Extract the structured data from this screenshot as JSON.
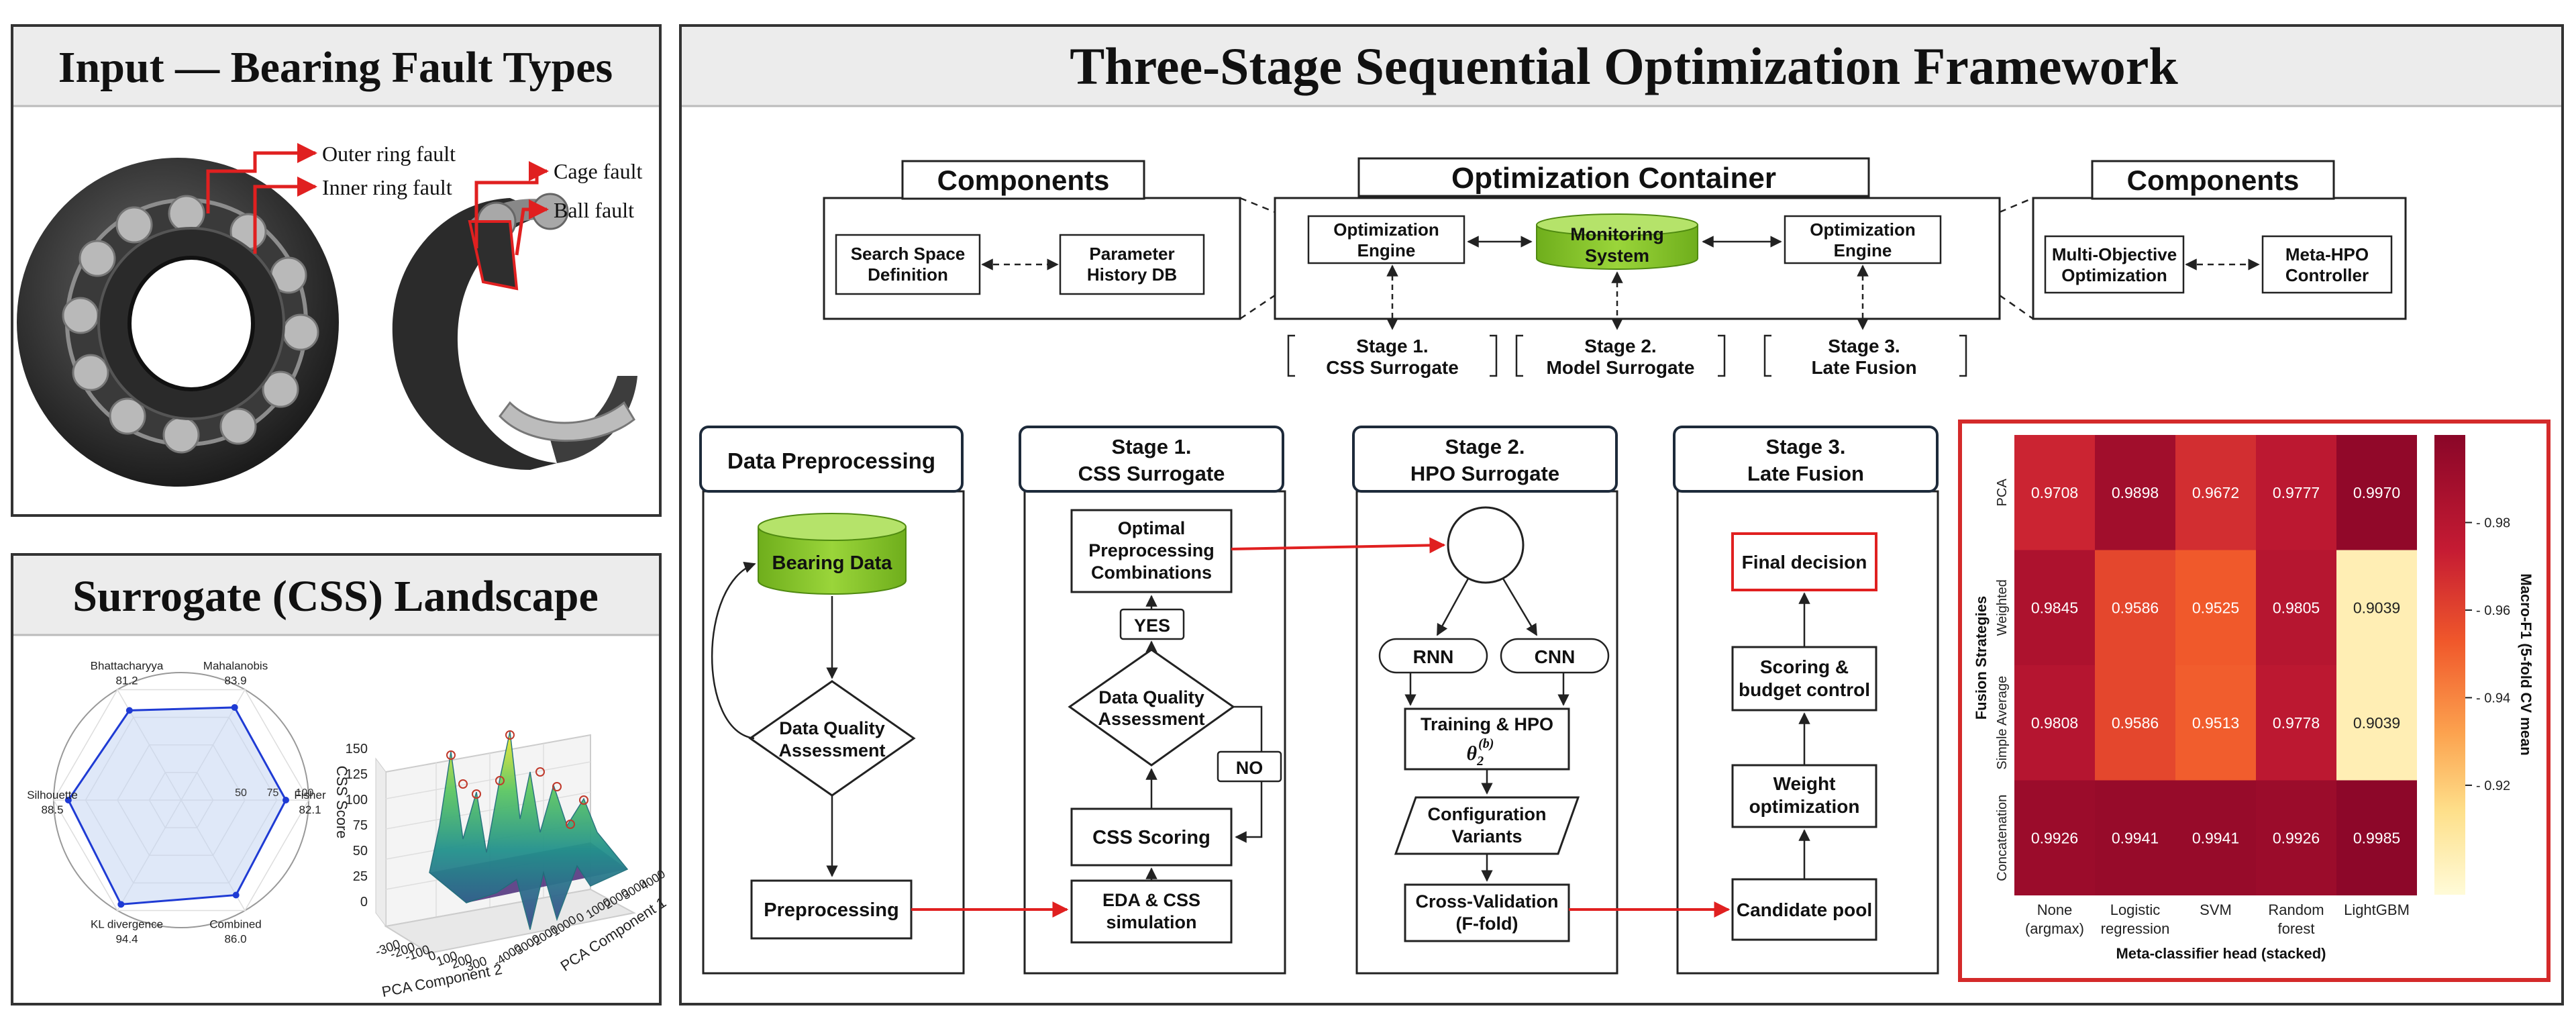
{
  "input_panel": {
    "title": "Input — Bearing Fault Types",
    "labels": {
      "outer": "Outer ring fault",
      "inner": "Inner ring fault",
      "cage": "Cage fault",
      "ball": "Ball fault"
    }
  },
  "landscape_panel": {
    "title": "Surrogate (CSS) Landscape",
    "radar": {
      "axes": [
        {
          "name": "Mahalanobis",
          "value": 83.9
        },
        {
          "name": "Fisher",
          "value": 82.1
        },
        {
          "name": "Combined",
          "value": 86.0
        },
        {
          "name": "KL divergence",
          "value": 94.4
        },
        {
          "name": "Silhouette",
          "value": 88.5
        },
        {
          "name": "Bhattacharyya",
          "value": 81.2
        }
      ],
      "ticks": [
        "50",
        "75",
        "100"
      ],
      "range": [
        0,
        100
      ]
    },
    "surface": {
      "zlabel": "CSS Score",
      "xlabel": "PCA Component 2",
      "ylabel": "PCA Component 1",
      "zticks": [
        "0",
        "25",
        "50",
        "75",
        "100",
        "125",
        "150"
      ],
      "xticks": [
        "-300",
        "-200",
        "-100",
        "0",
        "100",
        "200",
        "300"
      ],
      "yticks": [
        "-4000",
        "-3000",
        "-2000",
        "-1000",
        "0",
        "1000",
        "2000",
        "3000",
        "4000"
      ]
    }
  },
  "framework": {
    "title": "Three-Stage Sequential Optimization Framework",
    "components_left": {
      "title": "Components",
      "box1": [
        "Search Space",
        "Definition"
      ],
      "box2": [
        "Parameter",
        "History DB"
      ]
    },
    "container": {
      "title": "Optimization Container",
      "engine_left": [
        "Optimization",
        "Engine"
      ],
      "monitor": [
        "Monitoring",
        "System"
      ],
      "engine_right": [
        "Optimization",
        "Engine"
      ]
    },
    "components_right": {
      "title": "Components",
      "box1": [
        "Multi-Objective",
        "Optimization"
      ],
      "box2": [
        "Meta-HPO",
        "Controller"
      ]
    },
    "stage_tags": [
      [
        "Stage 1.",
        "CSS Surrogate"
      ],
      [
        "Stage 2.",
        "Model Surrogate"
      ],
      [
        "Stage 3.",
        "Late Fusion"
      ]
    ],
    "columns": {
      "prep": {
        "title": "Data Preprocessing",
        "db": "Bearing Data",
        "dqa": [
          "Data Quality",
          "Assessment"
        ],
        "preprocessing": "Preprocessing"
      },
      "stage1": {
        "title": [
          "Stage 1.",
          "CSS Surrogate"
        ],
        "optimal": [
          "Optimal",
          "Preprocessing",
          "Combinations"
        ],
        "yes": "YES",
        "dqa": [
          "Data Quality",
          "Assessment"
        ],
        "no": "NO",
        "scoring": "CSS Scoring",
        "eda": [
          "EDA & CSS",
          "simulation"
        ]
      },
      "stage2": {
        "title": [
          "Stage 2.",
          "HPO Surrogate"
        ],
        "rnn": "RNN",
        "cnn": "CNN",
        "training": "Training & HPO",
        "theta": "θ",
        "theta_sub": "2",
        "theta_sup": "(b)",
        "config": [
          "Configuration",
          "Variants"
        ],
        "cv": [
          "Cross-Validation",
          "(F-fold)"
        ]
      },
      "stage3": {
        "title": [
          "Stage 3.",
          "Late Fusion"
        ],
        "final": "Final decision",
        "scoring": [
          "Scoring &",
          "budget control"
        ],
        "weight": [
          "Weight",
          "optimization"
        ],
        "pool": "Candidate pool"
      }
    }
  },
  "heatmap": {
    "ylabel": "Fusion Strategies",
    "xlabel": "Meta-classifier head (stacked)",
    "cbar_label": "Macro-F1 (5-fold CV mean",
    "cbar_ticks": [
      "0.98",
      "0.96",
      "0.94",
      "0.92"
    ],
    "cbar_range": [
      0.895,
      1.0
    ],
    "rows": [
      "PCA",
      "Weighted",
      "Simple Average",
      "Concatenation"
    ],
    "cols": [
      [
        "None",
        "(argmax)"
      ],
      [
        "Logistic",
        "regression"
      ],
      [
        "SVM"
      ],
      [
        "Random",
        "forest"
      ],
      [
        "LightGBM"
      ]
    ],
    "values": [
      [
        "0.9708",
        "0.9898",
        "0.9672",
        "0.9777",
        "0.9970"
      ],
      [
        "0.9845",
        "0.9586",
        "0.9525",
        "0.9805",
        "0.9039"
      ],
      [
        "0.9808",
        "0.9586",
        "0.9513",
        "0.9778",
        "0.9039"
      ],
      [
        "0.9926",
        "0.9941",
        "0.9941",
        "0.9926",
        "0.9985"
      ]
    ]
  }
}
